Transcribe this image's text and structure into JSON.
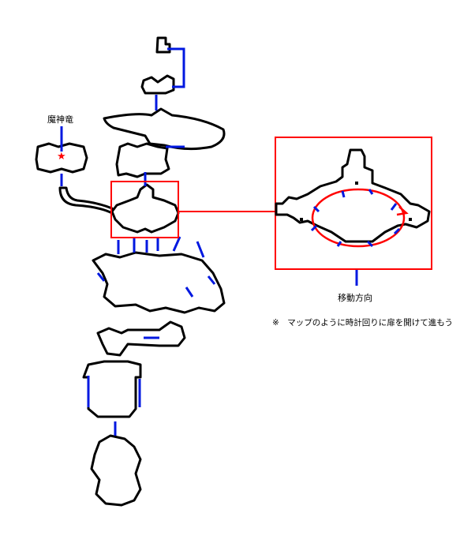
{
  "labels": {
    "boss": "魔神竜",
    "direction": "移動方向",
    "note": "※　マップのように時計回りに扉を開けて進もう"
  },
  "icons": {
    "boss_marker": "red-star-icon"
  },
  "colors": {
    "door": "#0018e0",
    "highlight": "#ff0000",
    "wall": "#000000"
  }
}
